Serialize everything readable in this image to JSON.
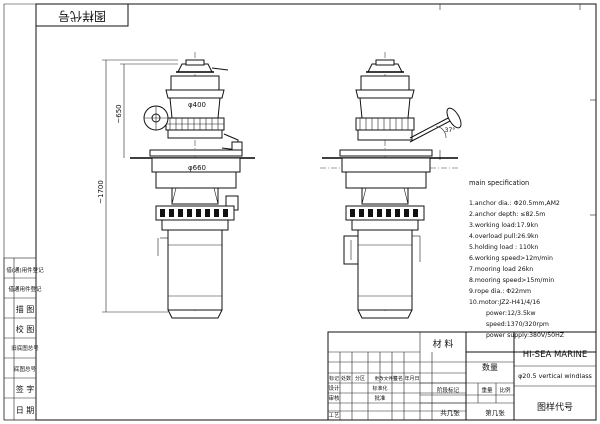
{
  "drawing": {
    "corner_stamp": "图样代号",
    "side_labels": [
      "借(通)用件登记",
      "借通用件登记",
      "描 图",
      "校 图",
      "旧底图总号",
      "底图总号",
      "签 字",
      "日 期"
    ],
    "dimensions": {
      "top_diameter": "φ400",
      "barrel_height": "~650",
      "base_diameter": "φ660",
      "total_height": "~1700",
      "handle_angle": "37°"
    }
  },
  "specification": {
    "title": "main specification",
    "items": [
      "1.anchor dia.: Φ20.5mm,AM2",
      "2.anchor depth: ≤82.5m",
      "3.working load:17.9kn",
      "4.overload pull:26.9kn",
      "5.holding load : 110kn",
      "6.working speed>12m/min",
      "7.mooring load 26kn",
      "8.mooring speed>15m/min",
      "9.rope dia.: Φ22mm",
      "10.motor:JZ2-H41/4/16"
    ],
    "motor_details": [
      "power:12/3.5kw",
      "speed:1370/320rpm",
      "power supply:380V/50HZ"
    ]
  },
  "title_block": {
    "material_label": "材 料",
    "quantity_label": "数量",
    "company": "HI-SEA MARINE",
    "drawing_title": "φ20.5 vertical windlass",
    "scale_label": "比例",
    "weight_label": "重量",
    "sheet_total": "共几张",
    "sheet_num": "第几张",
    "stage_label": "阶段标记",
    "drawing_code": "图样代号",
    "rev_headers": [
      "标记",
      "处数",
      "分区",
      "更改文件号",
      "签名",
      "年月日"
    ],
    "role_labels": [
      "设计",
      "审核",
      "工艺"
    ],
    "std_labels": [
      "标准化",
      "批准"
    ]
  }
}
